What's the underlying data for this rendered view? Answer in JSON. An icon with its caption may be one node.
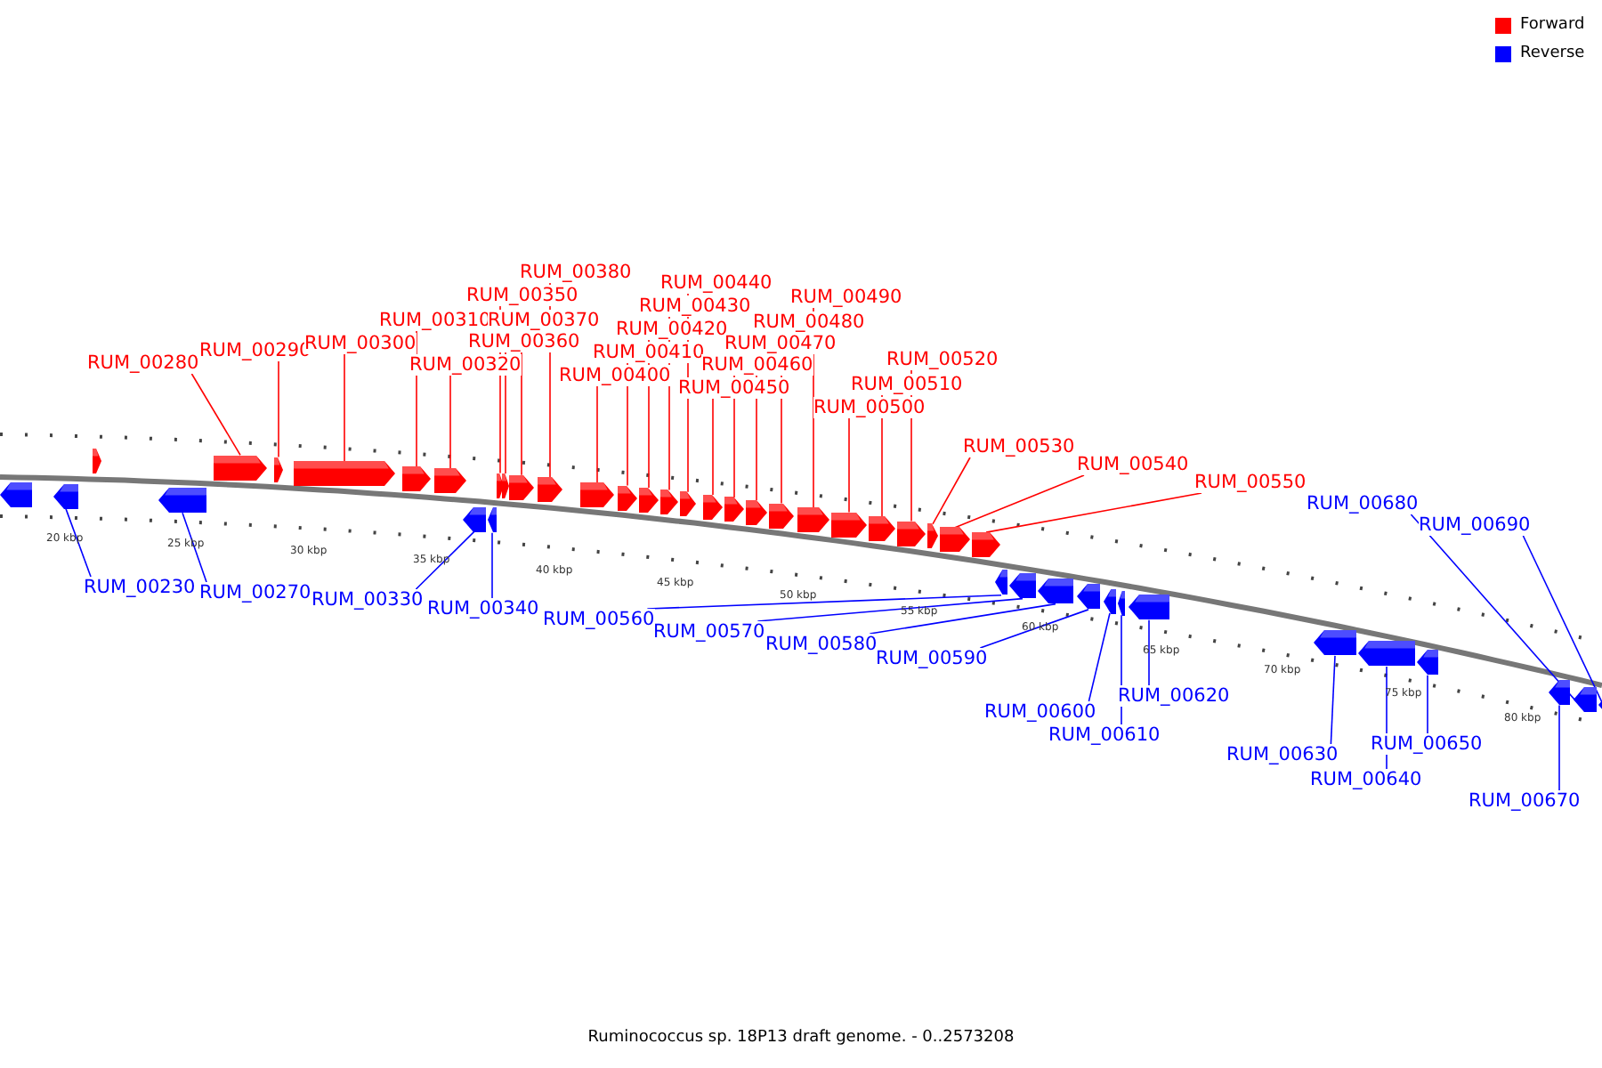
{
  "diagram": {
    "caption": "Ruminococcus sp. 18P13 draft genome. - 0..2573208",
    "nodes": [
      {
        "text": [
          "RUM_00280"
        ]
      },
      {
        "text": [
          "RUM_00290"
        ]
      },
      {
        "text": [
          "RUM_00300"
        ]
      },
      {
        "text": [
          "RUM_00310"
        ]
      },
      {
        "text": [
          "RUM_00320"
        ]
      },
      {
        "text": [
          "RUM_00350"
        ]
      },
      {
        "text": [
          "RUM_00360"
        ]
      },
      {
        "text": [
          "RUM_00370"
        ]
      },
      {
        "text": [
          "RUM_00380"
        ]
      },
      {
        "text": [
          "RUM_00400"
        ]
      },
      {
        "text": [
          "RUM_00410"
        ]
      },
      {
        "text": [
          "RUM_00420"
        ]
      },
      {
        "text": [
          "RUM_00430"
        ]
      },
      {
        "text": [
          "RUM_00440"
        ]
      },
      {
        "text": [
          "RUM_00450"
        ]
      },
      {
        "text": [
          "RUM_00460"
        ]
      },
      {
        "text": [
          "RUM_00470"
        ]
      },
      {
        "text": [
          "RUM_00480"
        ]
      },
      {
        "text": [
          "RUM_00490"
        ]
      },
      {
        "text": [
          "RUM_00500"
        ]
      },
      {
        "text": [
          "RUM_00510"
        ]
      },
      {
        "text": [
          "RUM_00520"
        ]
      },
      {
        "text": [
          "RUM_00530"
        ]
      },
      {
        "text": [
          "RUM_00540"
        ]
      },
      {
        "text": [
          "RUM_00550"
        ]
      },
      {
        "text": [
          "RUM_00230"
        ]
      },
      {
        "text": [
          "RUM_00270"
        ]
      },
      {
        "text": [
          "RUM_00330"
        ]
      },
      {
        "text": [
          "RUM_00340"
        ]
      },
      {
        "text": [
          "RUM_00560"
        ]
      },
      {
        "text": [
          "RUM_00570"
        ]
      },
      {
        "text": [
          "RUM_00580"
        ]
      },
      {
        "text": [
          "RUM_00590"
        ]
      },
      {
        "text": [
          "RUM_00600"
        ]
      },
      {
        "text": [
          "RUM_00610"
        ]
      },
      {
        "text": [
          "RUM_00620"
        ]
      },
      {
        "text": [
          "RUM_00630"
        ]
      },
      {
        "text": [
          "RUM_00640"
        ]
      },
      {
        "text": [
          "RUM_00650"
        ]
      },
      {
        "text": [
          "RUM_00670"
        ]
      },
      {
        "text": [
          "RUM_00680"
        ]
      },
      {
        "text": [
          "RUM_00690"
        ]
      },
      {
        "text": [],
        "shape": "arrow"
      },
      {
        "text": [],
        "shape": "arrow"
      },
      {
        "text": [],
        "shape": "arrow"
      },
      {
        "text": [],
        "shape": "arrow"
      },
      {
        "text": [],
        "shape": "arrow"
      },
      {
        "text": [],
        "shape": "arrow"
      },
      {
        "text": [],
        "shape": "arrow"
      },
      {
        "text": [],
        "shape": "arrow"
      },
      {
        "text": [],
        "shape": "arrow"
      },
      {
        "text": [],
        "shape": "arrow"
      },
      {
        "text": [],
        "shape": "arrow"
      },
      {
        "text": [],
        "shape": "arrow"
      },
      {
        "text": [],
        "shape": "arrow"
      },
      {
        "text": [],
        "shape": "arrow"
      },
      {
        "text": [],
        "shape": "arrow"
      },
      {
        "text": [],
        "shape": "arrow"
      },
      {
        "text": [],
        "shape": "arrow"
      },
      {
        "text": [],
        "shape": "arrow"
      },
      {
        "text": [],
        "shape": "arrow"
      },
      {
        "text": [],
        "shape": "arrow"
      },
      {
        "text": [],
        "shape": "arrow"
      },
      {
        "text": [],
        "shape": "arrow"
      },
      {
        "text": [],
        "shape": "arrow"
      },
      {
        "text": [],
        "shape": "arrow"
      },
      {
        "text": [],
        "shape": "arrow"
      },
      {
        "text": [],
        "shape": "arrow"
      },
      {
        "text": [],
        "shape": "arrow"
      },
      {
        "text": [],
        "shape": "arrow"
      },
      {
        "text": [],
        "shape": "arrow"
      },
      {
        "text": [],
        "shape": "arrow"
      },
      {
        "text": [],
        "shape": "arrow"
      },
      {
        "text": [],
        "shape": "arrow"
      },
      {
        "text": [],
        "shape": "arrow"
      },
      {
        "text": [],
        "shape": "arrow"
      },
      {
        "text": [],
        "shape": "arrow"
      },
      {
        "text": [],
        "shape": "arrow"
      },
      {
        "text": [],
        "shape": "arrow"
      },
      {
        "text": [],
        "shape": "arrow"
      },
      {
        "text": [],
        "shape": "arrow"
      },
      {
        "text": [],
        "shape": "arrow"
      },
      {
        "text": [],
        "shape": "arrow"
      },
      {
        "text": [],
        "shape": "arrow"
      },
      {
        "text": [],
        "shape": "arrow"
      },
      {
        "text": [],
        "shape": "arrow"
      }
    ],
    "edges": [
      {
        "from": 0,
        "to": 42,
        "arrow": "none"
      },
      {
        "from": 1,
        "to": 43,
        "arrow": "none"
      },
      {
        "from": 2,
        "to": 44,
        "arrow": "none"
      },
      {
        "from": 3,
        "to": 45,
        "arrow": "none"
      },
      {
        "from": 4,
        "to": 46,
        "arrow": "none"
      },
      {
        "from": 5,
        "to": 47,
        "arrow": "none"
      },
      {
        "from": 6,
        "to": 48,
        "arrow": "none"
      },
      {
        "from": 7,
        "to": 49,
        "arrow": "none"
      },
      {
        "from": 8,
        "to": 50,
        "arrow": "none"
      },
      {
        "from": 9,
        "to": 51,
        "arrow": "none"
      },
      {
        "from": 10,
        "to": 52,
        "arrow": "none"
      },
      {
        "from": 11,
        "to": 53,
        "arrow": "none"
      },
      {
        "from": 12,
        "to": 54,
        "arrow": "none"
      },
      {
        "from": 13,
        "to": 55,
        "arrow": "none"
      },
      {
        "from": 14,
        "to": 56,
        "arrow": "none"
      },
      {
        "from": 15,
        "to": 57,
        "arrow": "none"
      },
      {
        "from": 16,
        "to": 58,
        "arrow": "none"
      },
      {
        "from": 17,
        "to": 59,
        "arrow": "none"
      },
      {
        "from": 18,
        "to": 60,
        "arrow": "none"
      },
      {
        "from": 19,
        "to": 61,
        "arrow": "none"
      },
      {
        "from": 20,
        "to": 62,
        "arrow": "none"
      },
      {
        "from": 21,
        "to": 63,
        "arrow": "none"
      },
      {
        "from": 22,
        "to": 64,
        "arrow": "none"
      },
      {
        "from": 23,
        "to": 65,
        "arrow": "none"
      },
      {
        "from": 24,
        "to": 66,
        "arrow": "none"
      },
      {
        "from": 25,
        "to": 67,
        "arrow": "none",
        "color": "#0000ff"
      },
      {
        "from": 26,
        "to": 68,
        "arrow": "none",
        "color": "#0000ff"
      },
      {
        "from": 27,
        "to": 69,
        "arrow": "none",
        "color": "#0000ff"
      },
      {
        "from": 28,
        "to": 70,
        "arrow": "none",
        "color": "#0000ff"
      },
      {
        "from": 29,
        "to": 71,
        "arrow": "none",
        "color": "#0000ff"
      },
      {
        "from": 30,
        "to": 72,
        "arrow": "none",
        "color": "#0000ff"
      },
      {
        "from": 31,
        "to": 73,
        "arrow": "none",
        "color": "#0000ff"
      },
      {
        "from": 32,
        "to": 74,
        "arrow": "none",
        "color": "#0000ff"
      },
      {
        "from": 33,
        "to": 75,
        "arrow": "none",
        "color": "#0000ff"
      },
      {
        "from": 34,
        "to": 76,
        "arrow": "none",
        "color": "#0000ff"
      },
      {
        "from": 35,
        "to": 77,
        "arrow": "none",
        "color": "#0000ff"
      },
      {
        "from": 36,
        "to": 78,
        "arrow": "none",
        "color": "#0000ff"
      },
      {
        "from": 37,
        "to": 79,
        "arrow": "none",
        "color": "#0000ff"
      },
      {
        "from": 38,
        "to": 80,
        "arrow": "none",
        "color": "#0000ff"
      },
      {
        "from": 39,
        "to": 81,
        "arrow": "none",
        "color": "#0000ff"
      },
      {
        "from": 40,
        "to": 82,
        "arrow": "none",
        "color": "#0000ff"
      },
      {
        "from": 41,
        "to": 83,
        "arrow": "none",
        "color": "#0000ff"
      }
    ],
    "labels": [
      "20 kbp",
      "25 kbp",
      "30 kbp",
      "35 kbp",
      "40 kbp",
      "45 kbp",
      "50 kbp",
      "55 kbp",
      "60 kbp",
      "65 kbp",
      "70 kbp",
      "75 kbp",
      "80 kbp"
    ],
    "legend": [
      {
        "text": "Forward",
        "color": "#ff0000"
      },
      {
        "text": "Reverse",
        "color": "#0000ff"
      }
    ]
  }
}
